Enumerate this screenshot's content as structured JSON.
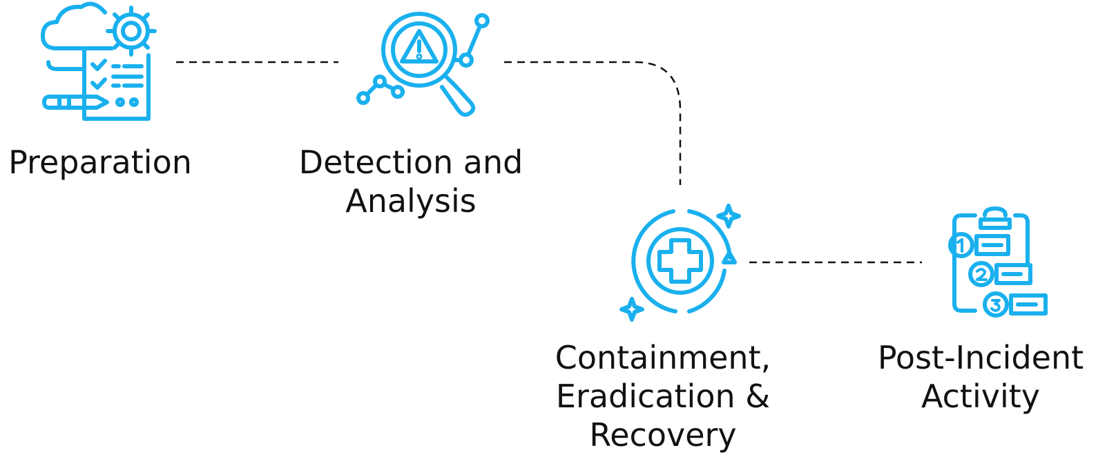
{
  "accent_color": "#1ab0ee",
  "connector_color": "#111111",
  "steps": [
    {
      "icon": "checklist-gear-icon",
      "lines": [
        "Preparation"
      ]
    },
    {
      "icon": "magnifier-warning-icon",
      "lines": [
        "Detection and",
        "Analysis"
      ]
    },
    {
      "icon": "medical-cross-cycle-icon",
      "lines": [
        "Containment,",
        "Eradication &",
        "Recovery"
      ]
    },
    {
      "icon": "numbered-clipboard-icon",
      "lines": [
        "Post-Incident",
        "Activity"
      ]
    }
  ]
}
